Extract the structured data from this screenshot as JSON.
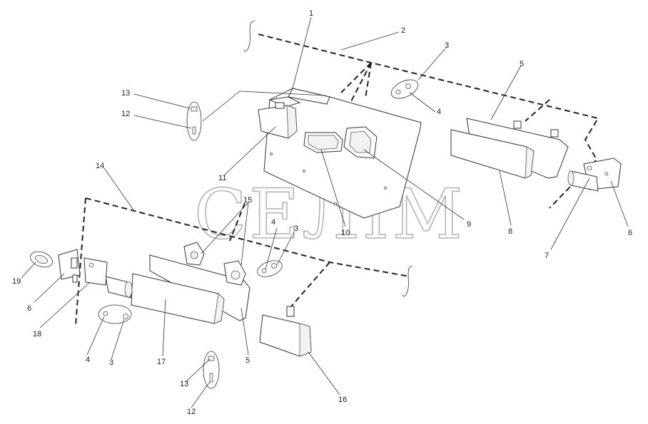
{
  "watermark": "СЕЛІМ",
  "callouts": [
    {
      "id": "c1",
      "text": "1"
    },
    {
      "id": "c2",
      "text": "2"
    },
    {
      "id": "c3a",
      "text": "3"
    },
    {
      "id": "c4a",
      "text": "4"
    },
    {
      "id": "c5a",
      "text": "5"
    },
    {
      "id": "c13a",
      "text": "13"
    },
    {
      "id": "c12a",
      "text": "12"
    },
    {
      "id": "c11",
      "text": "11"
    },
    {
      "id": "c10",
      "text": "10"
    },
    {
      "id": "c9",
      "text": "9"
    },
    {
      "id": "c8",
      "text": "8"
    },
    {
      "id": "c7",
      "text": "7"
    },
    {
      "id": "c6a",
      "text": "6"
    },
    {
      "id": "c14",
      "text": "14"
    },
    {
      "id": "c15",
      "text": "15"
    },
    {
      "id": "c4b",
      "text": "4"
    },
    {
      "id": "c3b",
      "text": "3"
    },
    {
      "id": "c19",
      "text": "19"
    },
    {
      "id": "c6b",
      "text": "6"
    },
    {
      "id": "c18",
      "text": "18"
    },
    {
      "id": "c4c",
      "text": "4"
    },
    {
      "id": "c3c",
      "text": "3"
    },
    {
      "id": "c17",
      "text": "17"
    },
    {
      "id": "c5b",
      "text": "5"
    },
    {
      "id": "c13b",
      "text": "13"
    },
    {
      "id": "c12b",
      "text": "12"
    },
    {
      "id": "c16",
      "text": "16"
    }
  ]
}
